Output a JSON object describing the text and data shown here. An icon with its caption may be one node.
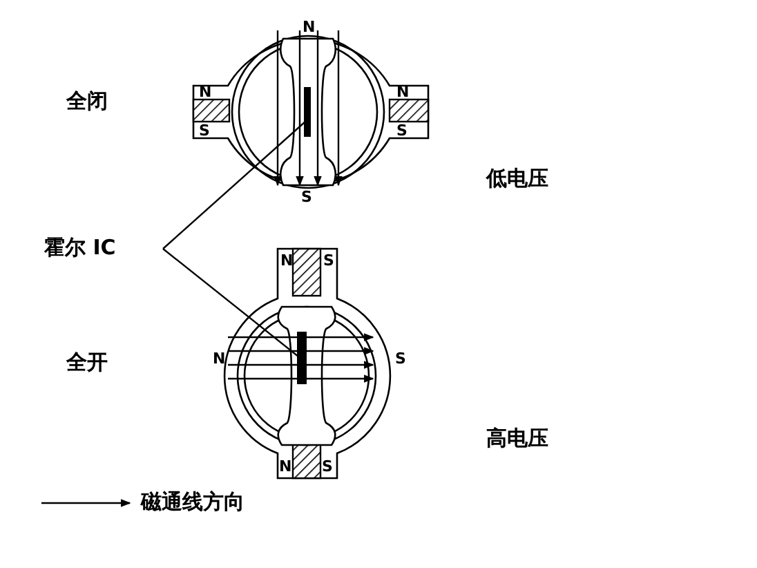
{
  "diagram": {
    "nodes": [
      {
        "text": [
          "霍尔 IC"
        ]
      },
      {
        "text": [],
        "shape": "bar"
      },
      {
        "text": [],
        "shape": "bar"
      }
    ],
    "edges": [
      {
        "from": 0,
        "to": 1,
        "arrow": "none"
      },
      {
        "from": 0,
        "to": 2,
        "arrow": "none"
      }
    ],
    "labels": [
      "N",
      "全闭",
      "N",
      "N",
      "S",
      "S",
      "S",
      "低电压",
      "N",
      "S",
      "全开",
      "N",
      "S",
      "高电压",
      "N",
      "S"
    ],
    "legend": [
      {
        "text": "磁通线方向"
      }
    ]
  }
}
